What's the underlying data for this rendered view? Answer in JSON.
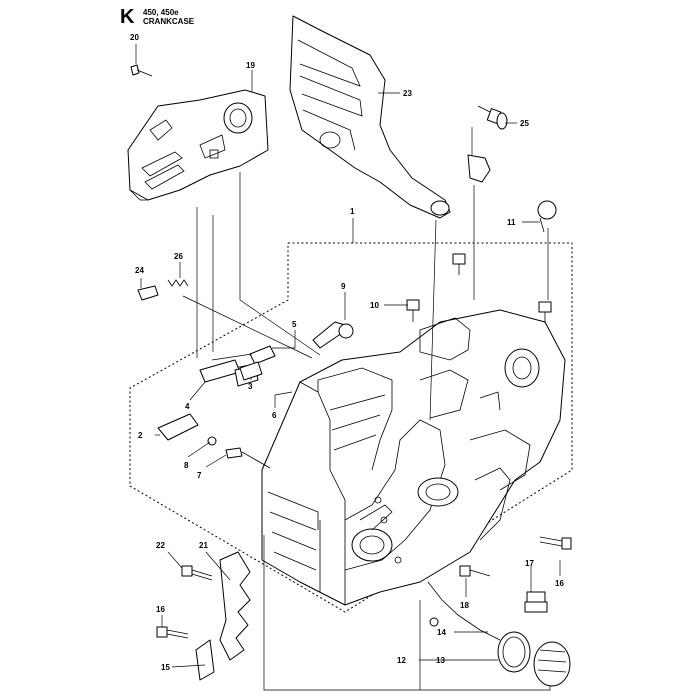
{
  "header": {
    "section_letter": "K",
    "model": "450, 450e",
    "title": "CRANKCASE"
  },
  "callouts": [
    "1",
    "2",
    "3",
    "4",
    "5",
    "6",
    "7",
    "8",
    "9",
    "10",
    "11",
    "12",
    "13",
    "14",
    "15",
    "16",
    "16",
    "17",
    "18",
    "19",
    "20",
    "21",
    "22",
    "23",
    "24",
    "25",
    "26"
  ]
}
